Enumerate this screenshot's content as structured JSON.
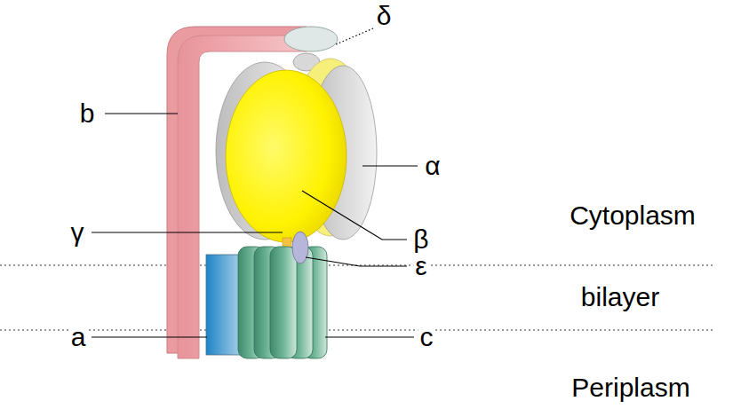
{
  "diagram": {
    "labels": [
      "δ",
      "b",
      "α",
      "Cytoplasm",
      "γ",
      "β",
      "ε",
      "bilayer",
      "a",
      "c",
      "Periplasm"
    ]
  }
}
